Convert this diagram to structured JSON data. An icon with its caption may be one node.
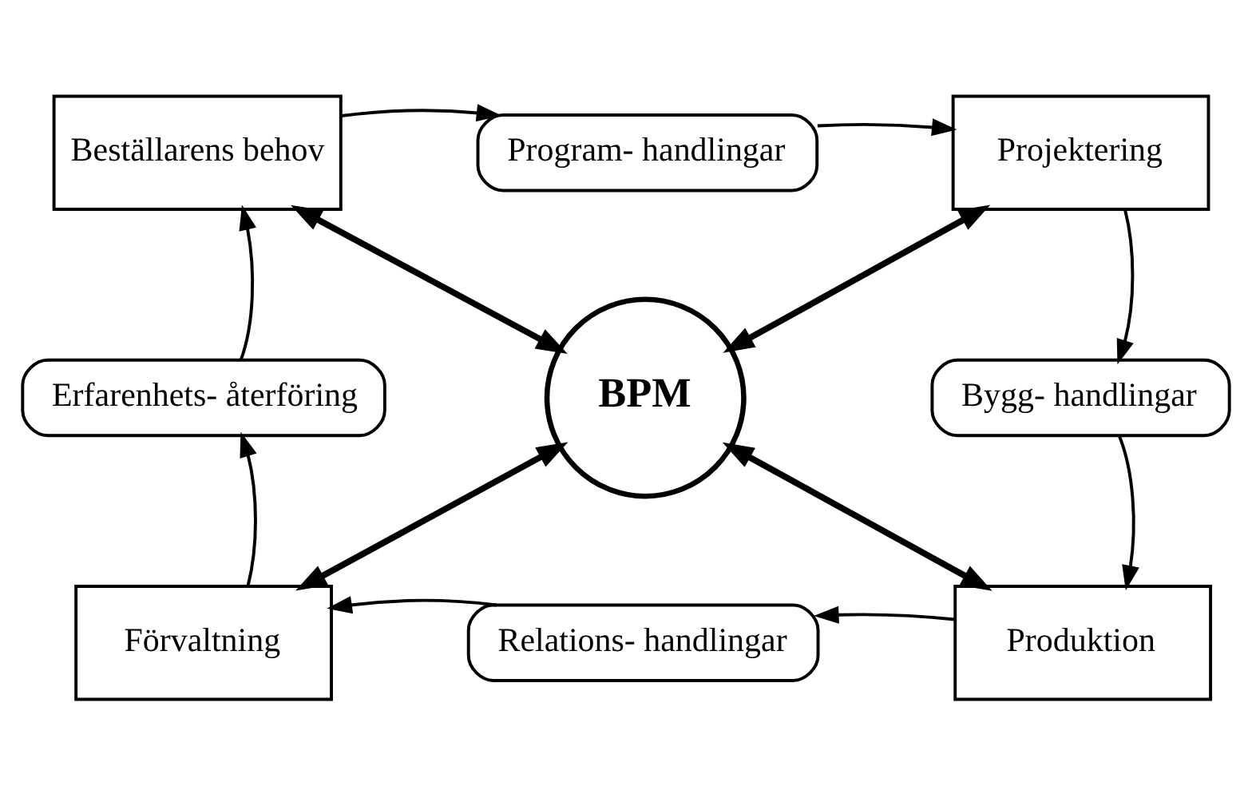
{
  "diagram": {
    "nodes": [
      {
        "text": [
          "Beställarens behov"
        ]
      },
      {
        "text": [
          "Program- handlingar"
        ]
      },
      {
        "text": [
          "Projektering"
        ]
      },
      {
        "text": [
          "Erfarenhets- återföring"
        ]
      },
      {
        "text": [
          "BPM"
        ]
      },
      {
        "text": [
          "Bygg- handlingar"
        ]
      },
      {
        "text": [
          "Förvaltning"
        ]
      },
      {
        "text": [
          "Relations- handlingar"
        ]
      },
      {
        "text": [
          "Produktion"
        ]
      }
    ],
    "edges": [
      {
        "from": 0,
        "to": 1,
        "arrow": "to"
      },
      {
        "from": 1,
        "to": 2,
        "arrow": "to"
      },
      {
        "from": 2,
        "to": 5,
        "arrow": "to"
      },
      {
        "from": 5,
        "to": 8,
        "arrow": "to"
      },
      {
        "from": 8,
        "to": 7,
        "arrow": "to"
      },
      {
        "from": 7,
        "to": 6,
        "arrow": "to"
      },
      {
        "from": 6,
        "to": 3,
        "arrow": "to"
      },
      {
        "from": 3,
        "to": 0,
        "arrow": "to"
      },
      {
        "from": 4,
        "to": 0,
        "arrow": "both",
        "style": "thick"
      },
      {
        "from": 4,
        "to": 2,
        "arrow": "both",
        "style": "thick"
      },
      {
        "from": 4,
        "to": 6,
        "arrow": "both",
        "style": "thick"
      },
      {
        "from": 4,
        "to": 8,
        "arrow": "both",
        "style": "thick"
      }
    ]
  }
}
